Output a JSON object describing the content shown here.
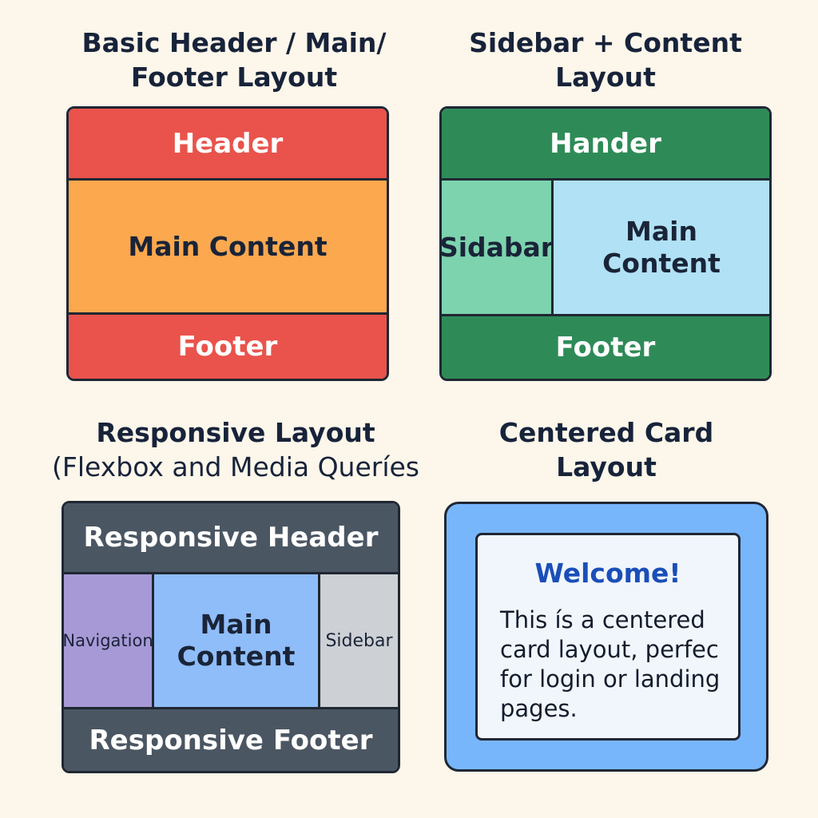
{
  "panels": {
    "basic": {
      "title_line1": "Basic Header / Main/",
      "title_line2": "Footer Layout",
      "header": "Header",
      "main": "Main Content",
      "footer": "Footer"
    },
    "sidebar": {
      "title_line1": "Sidebar + Content",
      "title_line2": "Layout",
      "header": "Hander",
      "sidebar": "Sidabar",
      "main_line1": "Main",
      "main_line2": "Content",
      "footer": "Footer"
    },
    "responsive": {
      "title_line1": "Responsive Layout",
      "title_line2": "(Flexbox and Media Queríes",
      "header": "Responsive Header",
      "navigation": "Navigation",
      "main_line1": "Main",
      "main_line2": "Content",
      "sidebar": "Sidebar",
      "footer": "Responsive Footer"
    },
    "card": {
      "title_line1": "Centered Card",
      "title_line2": "Layout",
      "card_title": "Welcome!",
      "card_text": "This ís a centered card layout, perfec for login or landing pages."
    }
  },
  "colors": {
    "background": "#fdf6ea",
    "red": "#e9534c",
    "orange": "#fca84e",
    "green": "#2e8b57",
    "mint": "#7dd3ae",
    "light_blue": "#b1e1f4",
    "slate": "#4b5663",
    "purple": "#a799d6",
    "blue": "#8fbdf9",
    "gray": "#cdd0d4",
    "card_blue": "#78b6fb",
    "card_title": "#1a4fb8"
  }
}
